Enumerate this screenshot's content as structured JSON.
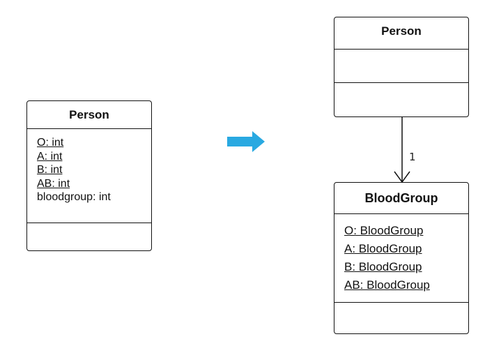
{
  "left_class": {
    "name": "Person",
    "attributes": [
      {
        "text": "O: int",
        "static": true
      },
      {
        "text": "A: int",
        "static": true
      },
      {
        "text": "B: int",
        "static": true
      },
      {
        "text": "AB: int",
        "static": true
      },
      {
        "text": "bloodgroup: int",
        "static": false
      }
    ]
  },
  "arrow": {
    "color": "#29a9e1"
  },
  "right_person": {
    "name": "Person"
  },
  "association": {
    "multiplicity": "1"
  },
  "bloodgroup_class": {
    "name": "BloodGroup",
    "attributes": [
      {
        "text": "O: BloodGroup",
        "static": true
      },
      {
        "text": "A: BloodGroup",
        "static": true
      },
      {
        "text": "B: BloodGroup",
        "static": true
      },
      {
        "text": "AB: BloodGroup",
        "static": true
      }
    ]
  }
}
